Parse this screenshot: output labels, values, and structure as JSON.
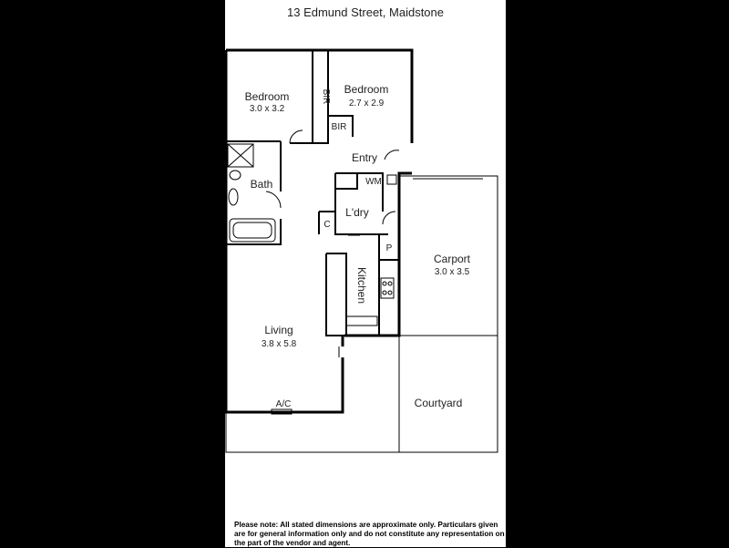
{
  "title": "13 Edmund Street, Maidstone",
  "rooms": {
    "bedroom1": {
      "name": "Bedroom",
      "dims": "3.0 x 3.2"
    },
    "bedroom2": {
      "name": "Bedroom",
      "dims": "2.7 x 2.9"
    },
    "bir1": "BIR",
    "bir2": "BIR",
    "entry": "Entry",
    "bath": "Bath",
    "wm": "WM",
    "laundry": "L'dry",
    "cupboard": "C",
    "pantry": "P",
    "kitchen": "Kitchen",
    "carport": {
      "name": "Carport",
      "dims": "3.0 x 3.5"
    },
    "living": {
      "name": "Living",
      "dims": "3.8 x 5.8"
    },
    "ac": "A/C",
    "courtyard": "Courtyard"
  },
  "disclaimer": "Please note:  All stated dimensions are approximate only. Particulars given are for general information only and do not constitute any representation on the part of the vendor and agent."
}
